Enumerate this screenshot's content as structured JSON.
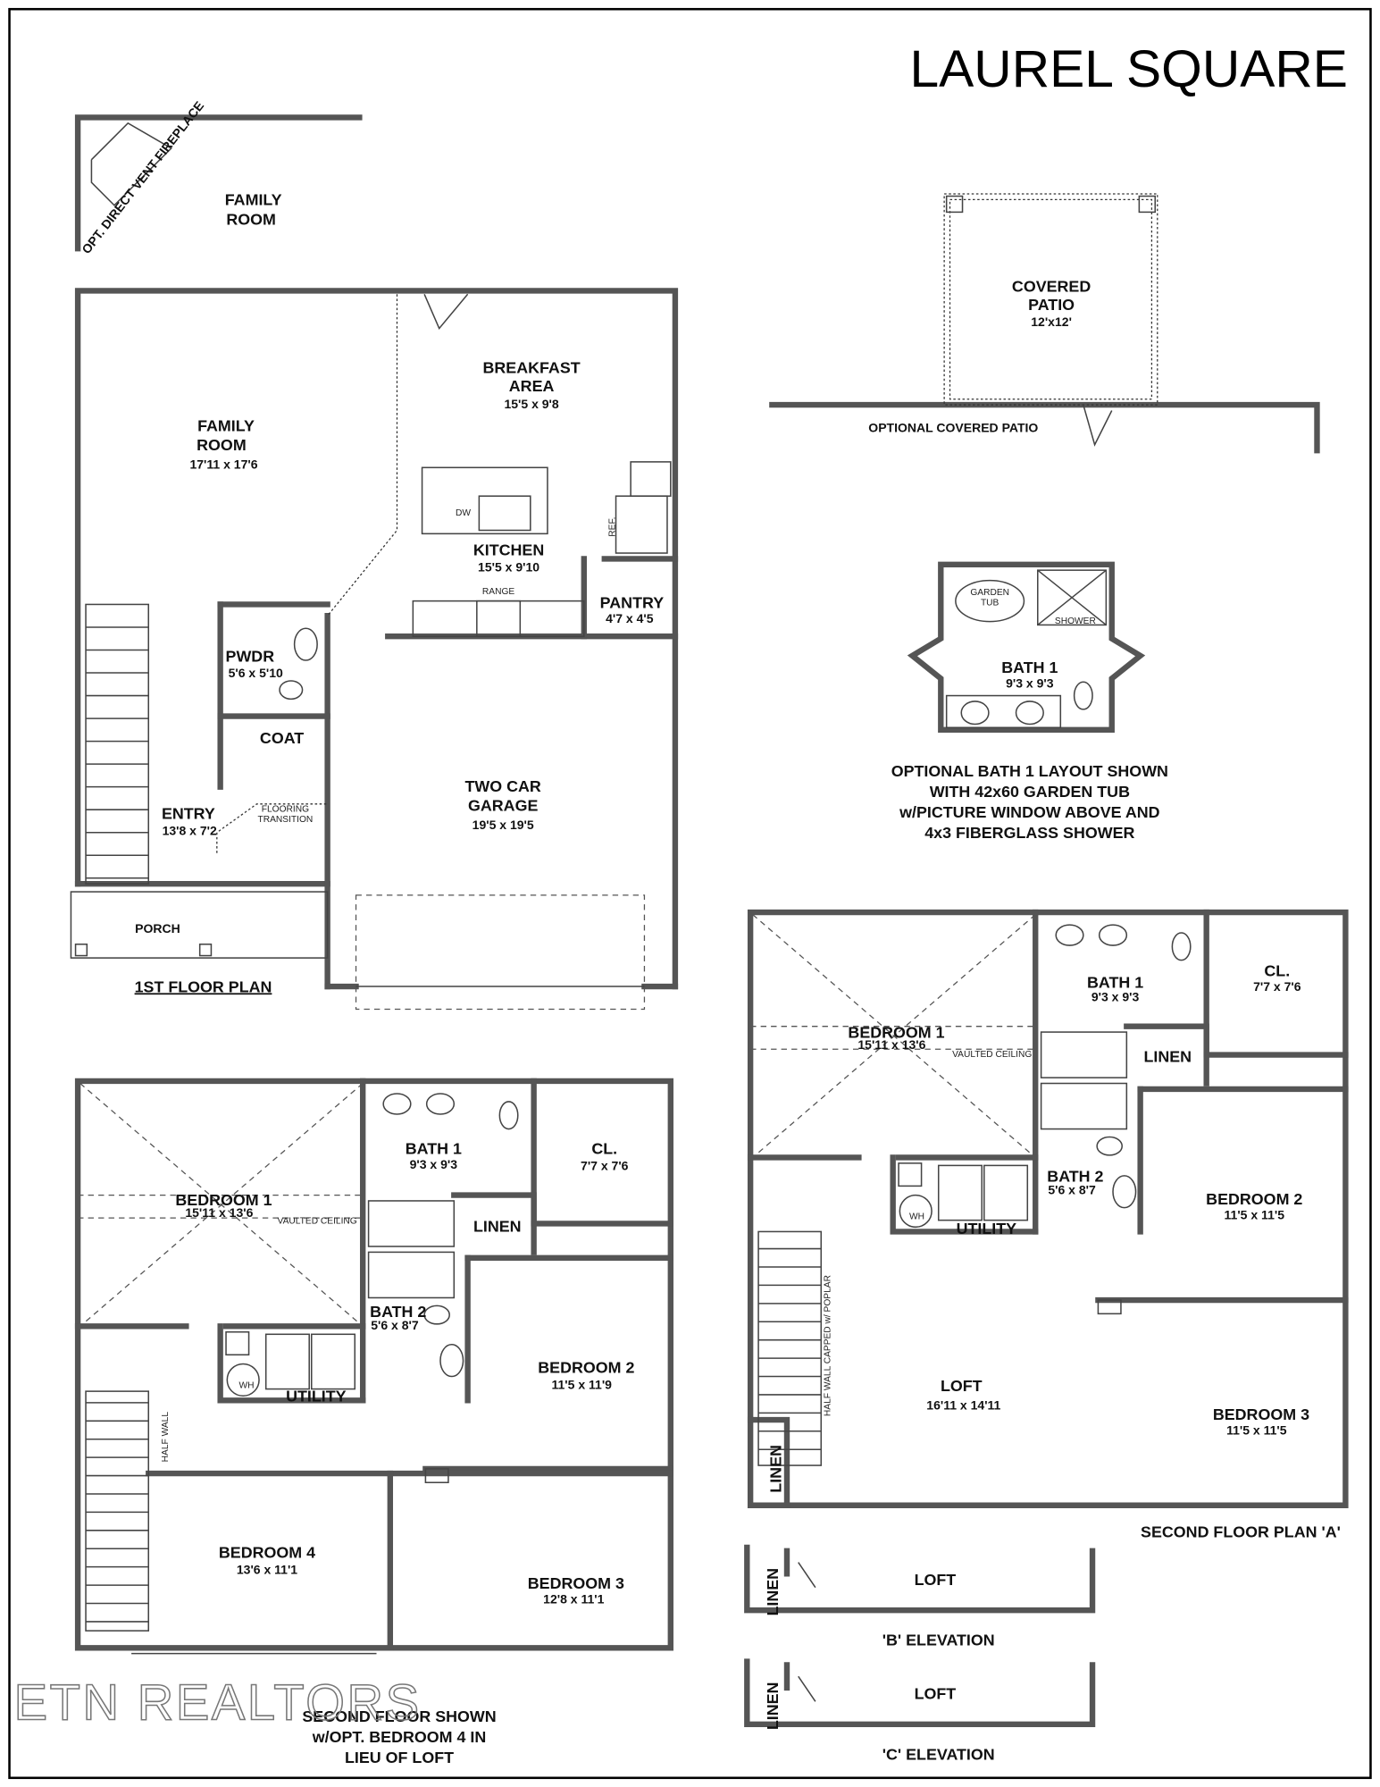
{
  "title": "LAUREL SQUARE",
  "fireplace_option": {
    "note": "OPT. DIRECT VENT FIREPLACE",
    "room": [
      "FAMILY",
      "ROOM"
    ]
  },
  "first_floor": {
    "caption": "1ST FLOOR PLAN",
    "rooms": {
      "family_room": {
        "name": [
          "FAMILY",
          "ROOM"
        ],
        "dim": "17'11 x 17'6"
      },
      "breakfast": {
        "name": [
          "BREAKFAST",
          "AREA"
        ],
        "dim": "15'5 x 9'8"
      },
      "kitchen": {
        "name": "KITCHEN",
        "dim": "15'5 x 9'10"
      },
      "pantry": {
        "name": "PANTRY",
        "dim": "4'7 x 4'5"
      },
      "pwdr": {
        "name": "PWDR",
        "dim": "5'6 x 5'10"
      },
      "coat": {
        "name": "COAT"
      },
      "entry": {
        "name": "ENTRY",
        "dim": "13'8 x 7'2"
      },
      "garage": {
        "name": [
          "TWO CAR",
          "GARAGE"
        ],
        "dim": "19'5 x 19'5"
      },
      "porch": {
        "name": "PORCH"
      }
    },
    "fixtures": {
      "dw": "DW",
      "range": "RANGE",
      "ref": "REF.",
      "flooring": [
        "FLOORING",
        "TRANSITION"
      ]
    }
  },
  "covered_patio": {
    "name": [
      "COVERED",
      "PATIO"
    ],
    "dim": "12'x12'",
    "caption": "OPTIONAL COVERED PATIO"
  },
  "optional_bath": {
    "name": "BATH 1",
    "dim": "9'3 x 9'3",
    "tub": [
      "GARDEN",
      "TUB"
    ],
    "shower": "SHOWER",
    "note": [
      "OPTIONAL BATH 1 LAYOUT SHOWN",
      "WITH 42x60 GARDEN TUB",
      "w/PICTURE WINDOW ABOVE AND",
      "4x3 FIBERGLASS SHOWER"
    ]
  },
  "second_floor_a": {
    "caption": "SECOND FLOOR PLAN 'A'",
    "rooms": {
      "bedroom1": {
        "name": "BEDROOM 1",
        "dim": "15'11 x 13'6",
        "note": "VAULTED CEILING"
      },
      "bath1": {
        "name": "BATH 1",
        "dim": "9'3 x 9'3"
      },
      "closet": {
        "name": "CL.",
        "dim": "7'7 x 7'6"
      },
      "linen": "LINEN",
      "bath2": {
        "name": "BATH 2",
        "dim": "5'6 x 8'7"
      },
      "utility": "UTILITY",
      "wh": "WH",
      "bedroom2": {
        "name": "BEDROOM 2",
        "dim": "11'5 x 11'5"
      },
      "loft": {
        "name": "LOFT",
        "dim": "16'11 x 14'11"
      },
      "bedroom3": {
        "name": "BEDROOM 3",
        "dim": "11'5 x 11'5"
      },
      "linen2": "LINEN",
      "half_wall": "HALF WALL CAPPED w/ POPLAR"
    }
  },
  "second_floor_opt": {
    "caption": [
      "SECOND FLOOR SHOWN",
      "w/OPT. BEDROOM 4 IN",
      "LIEU OF LOFT"
    ],
    "rooms": {
      "bedroom1": {
        "name": "BEDROOM 1",
        "dim": "15'11 x 13'6",
        "note": "VAULTED CEILING"
      },
      "bath1": {
        "name": "BATH 1",
        "dim": "9'3 x 9'3"
      },
      "closet": {
        "name": "CL.",
        "dim": "7'7 x 7'6"
      },
      "linen": "LINEN",
      "bath2": {
        "name": "BATH 2",
        "dim": "5'6 x 8'7"
      },
      "utility": "UTILITY",
      "wh": "WH",
      "bedroom2": {
        "name": "BEDROOM 2",
        "dim": "11'5 x 11'9"
      },
      "bedroom4": {
        "name": "BEDROOM 4",
        "dim": "13'6 x 11'1"
      },
      "bedroom3": {
        "name": "BEDROOM 3",
        "dim": "12'8 x 11'1"
      },
      "half_wall": "HALF WALL"
    }
  },
  "elevations": [
    {
      "linen": "LINEN",
      "loft": "LOFT",
      "caption": "'B' ELEVATION"
    },
    {
      "linen": "LINEN",
      "loft": "LOFT",
      "caption": "'C' ELEVATION"
    }
  ],
  "watermark": "ETN REALTORS"
}
